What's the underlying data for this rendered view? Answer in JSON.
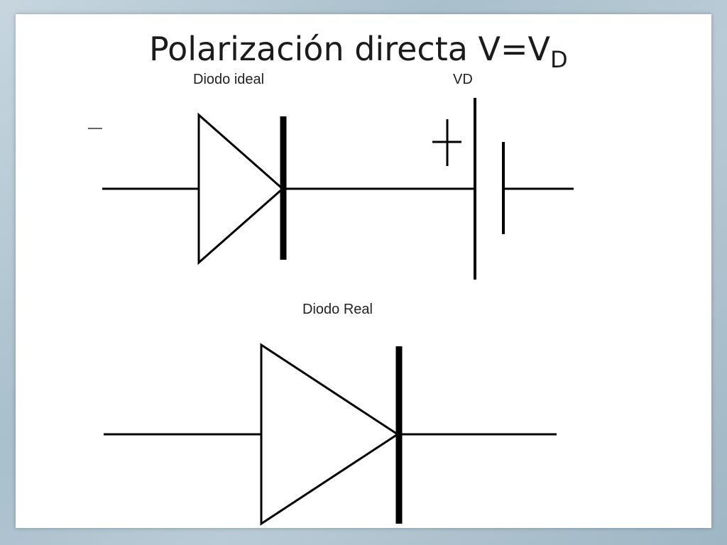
{
  "slide": {
    "title_main": "Polarización directa V=V",
    "title_sub": "D"
  },
  "figure": {
    "label_ideal": "Diodo ideal",
    "label_vd": "VD",
    "label_real": "Diodo Real",
    "plus_sign": "+"
  },
  "colors": {
    "background": "#a9bfcc",
    "slide": "#ffffff",
    "ink": "#000000"
  }
}
